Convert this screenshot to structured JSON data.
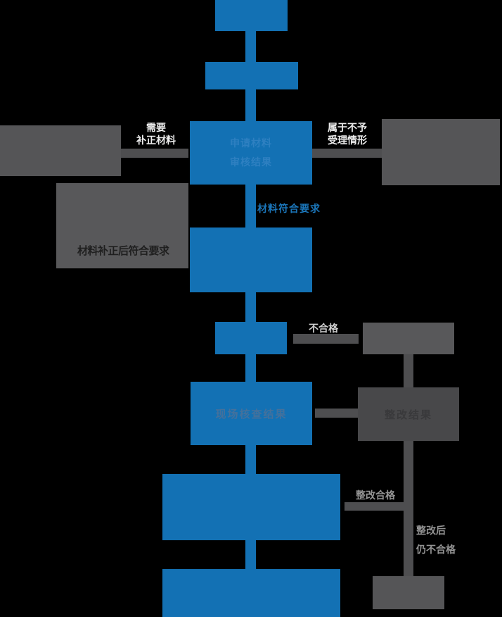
{
  "colors": {
    "background": "#000000",
    "blue_box": "#1371b4",
    "gray_box": "#555557",
    "gray_box_light": "#58585a",
    "gray_box_dark": "#48484a",
    "gray_connector": "#4e4e50",
    "white_label": "#ececec",
    "gray_label": "#949494",
    "blue_label": "#1b76ba",
    "blue_box_text": "#2e80c1",
    "blue_box_text_muted": "#44719c",
    "dark_text_on_gray": "#1f1f1f",
    "gray_box_text": "#39393b"
  },
  "nodes": {
    "material_review": {
      "line1": "申请材料",
      "line2": "审核结果"
    },
    "site_inspection": {
      "label": "现场核查结果"
    },
    "rectification_result": {
      "label": "整改结果"
    },
    "correction_resubmit": {
      "label": "材料补正后符合要求"
    }
  },
  "labels": {
    "need_correction": {
      "line1": "需要",
      "line2": "补正材料"
    },
    "rejection_case": {
      "line1": "属于不予",
      "line2": "受理情形"
    },
    "material_ok": "材料符合要求",
    "fail": "不合格",
    "rectify_pass": "整改合格",
    "rectify_still_fail": {
      "line1": "整改后",
      "line2": "仍不合格"
    }
  }
}
